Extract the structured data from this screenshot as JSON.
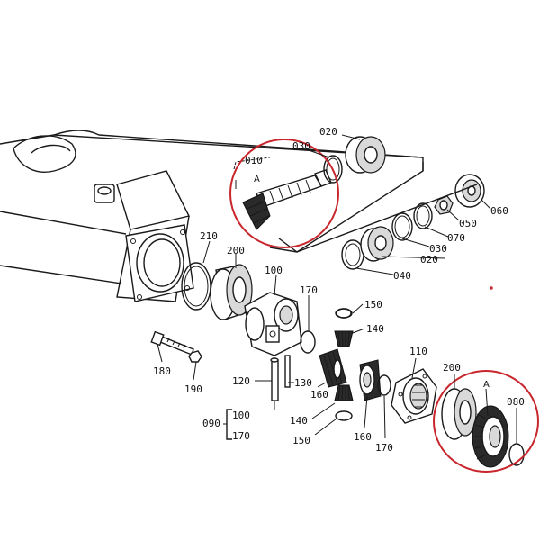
{
  "labels": {
    "p010": "010",
    "p020_top": "020",
    "p030_top": "030",
    "p020_right": "020",
    "p030_right": "030",
    "p040": "040",
    "p050": "050",
    "p060": "060",
    "p070": "070",
    "p080": "080",
    "p090": "090",
    "p100": "100",
    "p100_group": "100",
    "p110": "110",
    "p120": "120",
    "p130": "130",
    "p140_top": "140",
    "p140_bot": "140",
    "p150_top": "150",
    "p150_bot": "150",
    "p160_left": "160",
    "p160_right": "160",
    "p170_top": "170",
    "p170_bot": "170",
    "p170_group": "170",
    "p180": "180",
    "p190": "190",
    "p200_left": "200",
    "p200_right": "200",
    "p210": "210",
    "markA_top": "A",
    "markA_right": "A"
  },
  "colors": {
    "highlight": "#c8262c",
    "ink": "#1a1a1a"
  }
}
